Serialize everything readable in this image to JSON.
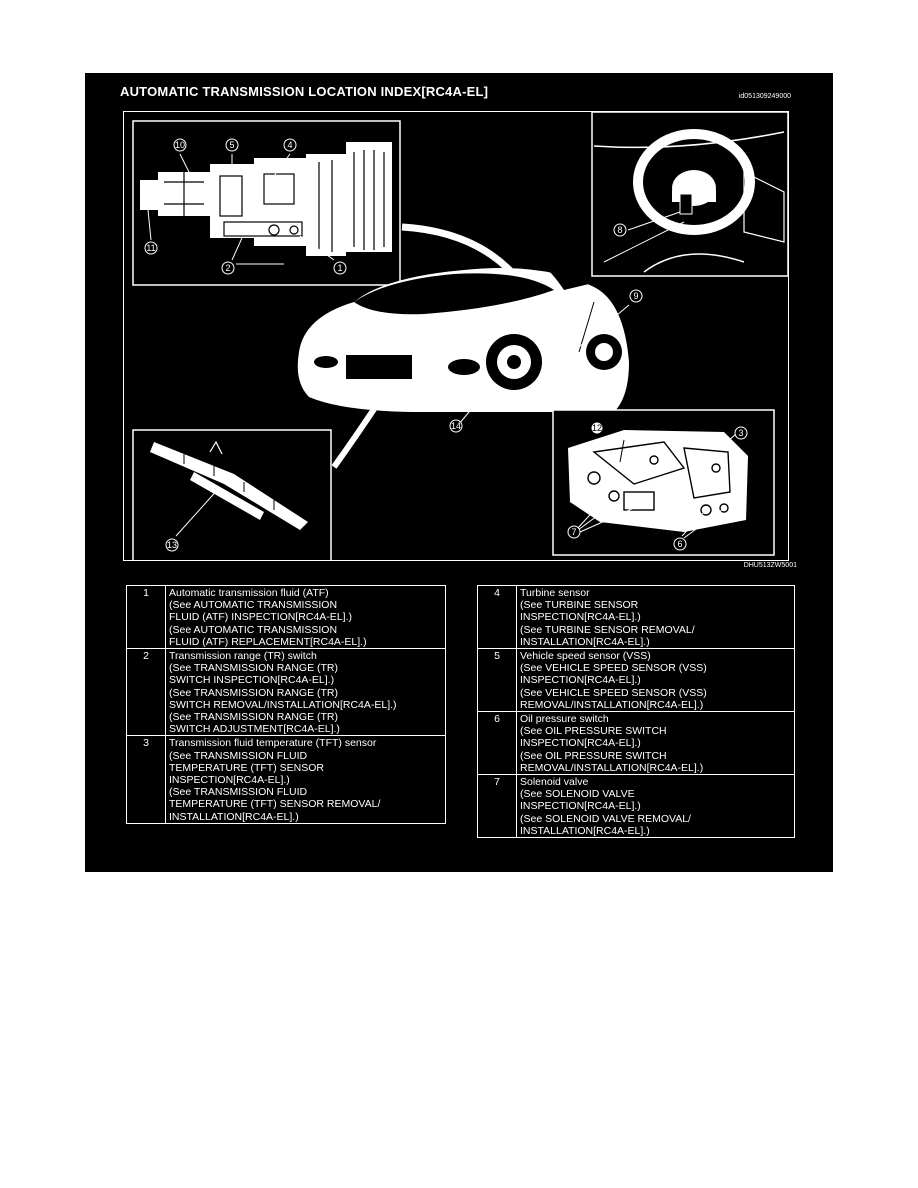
{
  "header": {
    "title": "AUTOMATIC TRANSMISSION LOCATION INDEX[RC4A-EL]",
    "doc_id": "id051309249000"
  },
  "figure": {
    "code": "DHU513ZW5001",
    "callouts": {
      "c1": "1",
      "c2": "2",
      "c3": "3",
      "c4": "4",
      "c5": "5",
      "c6": "6",
      "c7": "7",
      "c8": "8",
      "c9": "9",
      "c10": "10",
      "c11": "11",
      "c12": "12",
      "c13": "13",
      "c14": "14"
    }
  },
  "table_left": [
    {
      "num": "1",
      "text": "Automatic transmission fluid (ATF)\n(See AUTOMATIC TRANSMISSION\nFLUID (ATF) INSPECTION[RC4A-EL].)\n(See AUTOMATIC TRANSMISSION\nFLUID (ATF) REPLACEMENT[RC4A-EL].)"
    },
    {
      "num": "2",
      "text": "Transmission range (TR) switch\n(See TRANSMISSION RANGE (TR)\nSWITCH INSPECTION[RC4A-EL].)\n(See TRANSMISSION RANGE (TR)\nSWITCH REMOVAL/INSTALLATION[RC4A-EL].)\n(See TRANSMISSION RANGE (TR)\nSWITCH ADJUSTMENT[RC4A-EL].)"
    },
    {
      "num": "3",
      "text": "Transmission fluid temperature (TFT) sensor\n(See TRANSMISSION FLUID\nTEMPERATURE (TFT) SENSOR\nINSPECTION[RC4A-EL].)\n(See TRANSMISSION FLUID\nTEMPERATURE (TFT) SENSOR REMOVAL/\nINSTALLATION[RC4A-EL].)"
    }
  ],
  "table_right": [
    {
      "num": "4",
      "text": "Turbine sensor\n(See TURBINE SENSOR\nINSPECTION[RC4A-EL].)\n(See TURBINE SENSOR REMOVAL/\nINSTALLATION[RC4A-EL].)"
    },
    {
      "num": "5",
      "text": "Vehicle speed sensor (VSS)\n(See VEHICLE SPEED SENSOR (VSS)\nINSPECTION[RC4A-EL].)\n(See VEHICLE SPEED SENSOR (VSS)\nREMOVAL/INSTALLATION[RC4A-EL].)"
    },
    {
      "num": "6",
      "text": "Oil pressure switch\n(See OIL PRESSURE SWITCH\nINSPECTION[RC4A-EL].)\n(See OIL PRESSURE SWITCH\nREMOVAL/INSTALLATION[RC4A-EL].)"
    },
    {
      "num": "7",
      "text": "Solenoid valve\n(See SOLENOID VALVE\nINSPECTION[RC4A-EL].)\n(See SOLENOID VALVE REMOVAL/\nINSTALLATION[RC4A-EL].)"
    }
  ]
}
